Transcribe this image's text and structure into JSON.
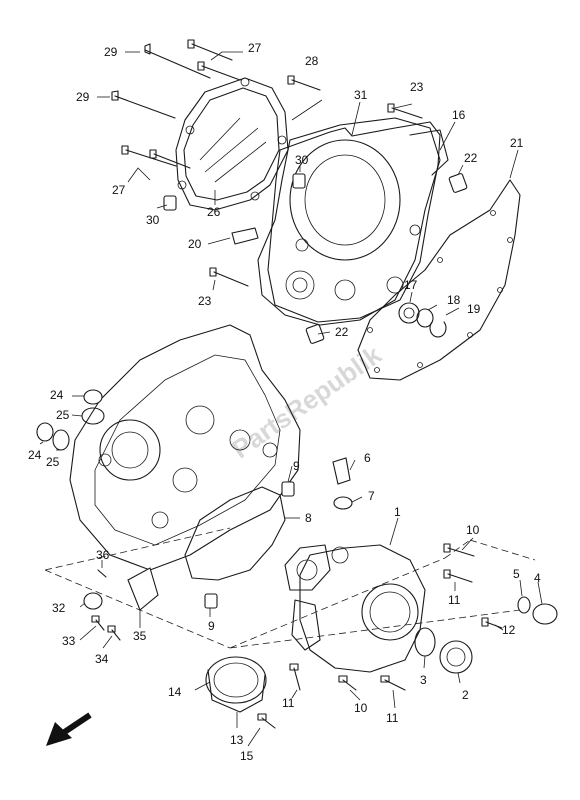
{
  "watermark": "PartsRepublik",
  "callouts": [
    {
      "id": "c29a",
      "text": "29"
    },
    {
      "id": "c27a",
      "text": "27"
    },
    {
      "id": "c28",
      "text": "28"
    },
    {
      "id": "c29b",
      "text": "29"
    },
    {
      "id": "c31",
      "text": "31"
    },
    {
      "id": "c23a",
      "text": "23"
    },
    {
      "id": "c16",
      "text": "16"
    },
    {
      "id": "c21",
      "text": "21"
    },
    {
      "id": "c22a",
      "text": "22"
    },
    {
      "id": "c30a",
      "text": "30"
    },
    {
      "id": "c27b",
      "text": "27"
    },
    {
      "id": "c30b",
      "text": "30"
    },
    {
      "id": "c26",
      "text": "26"
    },
    {
      "id": "c20",
      "text": "20"
    },
    {
      "id": "c23b",
      "text": "23"
    },
    {
      "id": "c17",
      "text": "17"
    },
    {
      "id": "c18",
      "text": "18"
    },
    {
      "id": "c19",
      "text": "19"
    },
    {
      "id": "c22b",
      "text": "22"
    },
    {
      "id": "c24a",
      "text": "24"
    },
    {
      "id": "c25a",
      "text": "25"
    },
    {
      "id": "c24b",
      "text": "24"
    },
    {
      "id": "c25b",
      "text": "25"
    },
    {
      "id": "c6",
      "text": "6"
    },
    {
      "id": "c9a",
      "text": "9"
    },
    {
      "id": "c7",
      "text": "7"
    },
    {
      "id": "c8",
      "text": "8"
    },
    {
      "id": "c1",
      "text": "1"
    },
    {
      "id": "c10a",
      "text": "10"
    },
    {
      "id": "c36",
      "text": "36"
    },
    {
      "id": "c5",
      "text": "5"
    },
    {
      "id": "c4",
      "text": "4"
    },
    {
      "id": "c32",
      "text": "32"
    },
    {
      "id": "c9b",
      "text": "9"
    },
    {
      "id": "c11a",
      "text": "11"
    },
    {
      "id": "c33",
      "text": "33"
    },
    {
      "id": "c34",
      "text": "34"
    },
    {
      "id": "c35",
      "text": "35"
    },
    {
      "id": "c12",
      "text": "12"
    },
    {
      "id": "c3",
      "text": "3"
    },
    {
      "id": "c2",
      "text": "2"
    },
    {
      "id": "c14",
      "text": "14"
    },
    {
      "id": "c11b",
      "text": "11"
    },
    {
      "id": "c10b",
      "text": "10"
    },
    {
      "id": "c11c",
      "text": "11"
    },
    {
      "id": "c13",
      "text": "13"
    },
    {
      "id": "c15",
      "text": "15"
    }
  ]
}
